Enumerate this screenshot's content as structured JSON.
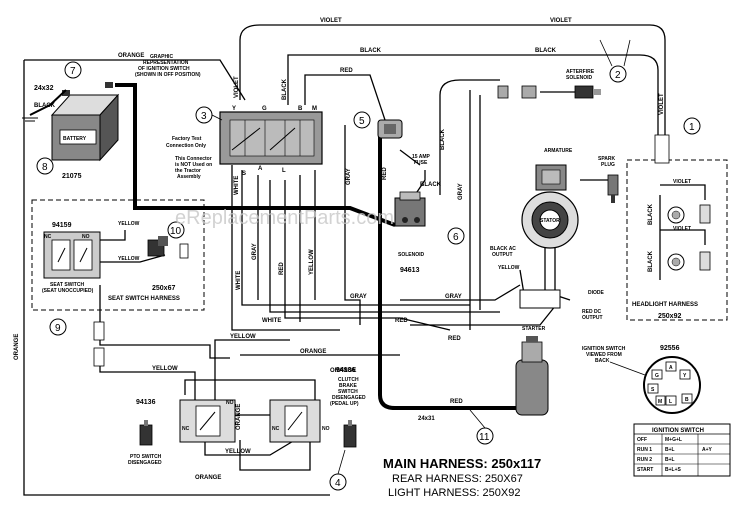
{
  "labels": {
    "violet_top": "VIOLET",
    "violet_top2": "VIOLET",
    "black_top": "BLACK",
    "black_top2": "BLACK",
    "orange_top": "ORANGE",
    "orange_left": "ORANGE",
    "graphic_rep": "GRAPHIC REPRESENTATION OF IGNITION SWITCH (SHOWN IN OFF POSITION)",
    "part_24x32": "24x32",
    "black_batt": "BLACK",
    "battery": "BATTERY",
    "part_21075": "21075",
    "factory_test": "Factory Test Connection Only",
    "not_used": "This Connector is NOT Used on the Tractor Assembly",
    "red_top": "RED",
    "violet_vert": "VIOLET",
    "black_vert": "BLACK",
    "afterfire": "AFTERFIRE SOLENOID",
    "fuse": "15 AMP FUSE",
    "black_fuse": "BLACK",
    "armature": "ARMATURE",
    "spark_plug": "SPARK PLUG",
    "stator": "STATOR",
    "black_ac": "BLACK AC OUTPUT",
    "yellow_stator": "YELLOW",
    "diode": "DIODE",
    "red_dc": "RED DC OUTPUT",
    "solenoid": "SOLENOID",
    "part_94613": "94613",
    "gray_sol": "GRAY",
    "part_94159": "94159",
    "yellow_seat": "YELLOW",
    "yellow_seat2": "YELLOW",
    "nc": "NC",
    "no": "NO",
    "seat_switch": "SEAT SWITCH (SEAT UNOCCUPIED)",
    "part_250x67": "250x67",
    "seat_harness": "SEAT SWITCH HARNESS",
    "white_1": "WHITE",
    "white_2": "WHITE",
    "white_3": "WHITE",
    "gray_1": "GRAY",
    "gray_2": "GRAY",
    "gray_3": "GRAY",
    "gray_4": "GRAY",
    "red_1": "RED",
    "red_2": "RED",
    "red_3": "RED",
    "yellow_1": "YELLOW",
    "yellow_2": "YELLOW",
    "yellow_3": "YELLOW",
    "yellow_4": "YELLOW",
    "orange_1": "ORANGE",
    "orange_2": "ORANGE",
    "orange_3": "ORANGE",
    "orange_4": "ORANGE",
    "headlight_harness": "HEADLIGHT HARNESS",
    "part_250x92": "250x92",
    "violet_hl": "VIOLET",
    "violet_hl2": "VIOLET",
    "black_hl": "BLACK",
    "black_hl2": "BLACK",
    "starter": "STARTER",
    "ign_viewed": "IGNITION SWITCH VIEWED FROM BACK",
    "part_92556": "92556",
    "part_94136a": "94136",
    "part_94136b": "94136",
    "clutch_switch": "CLUTCH BRAKE SWITCH DISENGAGED (PEDAL UP)",
    "pto_switch": "PTO SWITCH DISENGAGED",
    "part_24x31": "24x31",
    "red_bottom": "RED",
    "watermark": "eReplacementParts.com"
  },
  "callouts": [
    "1",
    "2",
    "3",
    "4",
    "5",
    "6",
    "7",
    "8",
    "9",
    "10",
    "11"
  ],
  "ign_table": {
    "title": "IGNITION SWITCH",
    "rows": [
      [
        "OFF",
        "M+G+L",
        ""
      ],
      [
        "RUN 1",
        "B+L",
        "A+Y"
      ],
      [
        "RUN 2",
        "B+L",
        ""
      ],
      [
        "START",
        "B+L+S",
        ""
      ]
    ]
  },
  "ign_pins": [
    "A",
    "Y",
    "G",
    "S",
    "L",
    "B",
    "M"
  ],
  "switch_letters": [
    "Y",
    "G",
    "B",
    "M",
    "S",
    "A",
    "L"
  ],
  "title": {
    "main": "MAIN HARNESS: 250x117",
    "rear": "REAR HARNESS: 250X67",
    "light": "LIGHT HARNESS: 250X92"
  }
}
